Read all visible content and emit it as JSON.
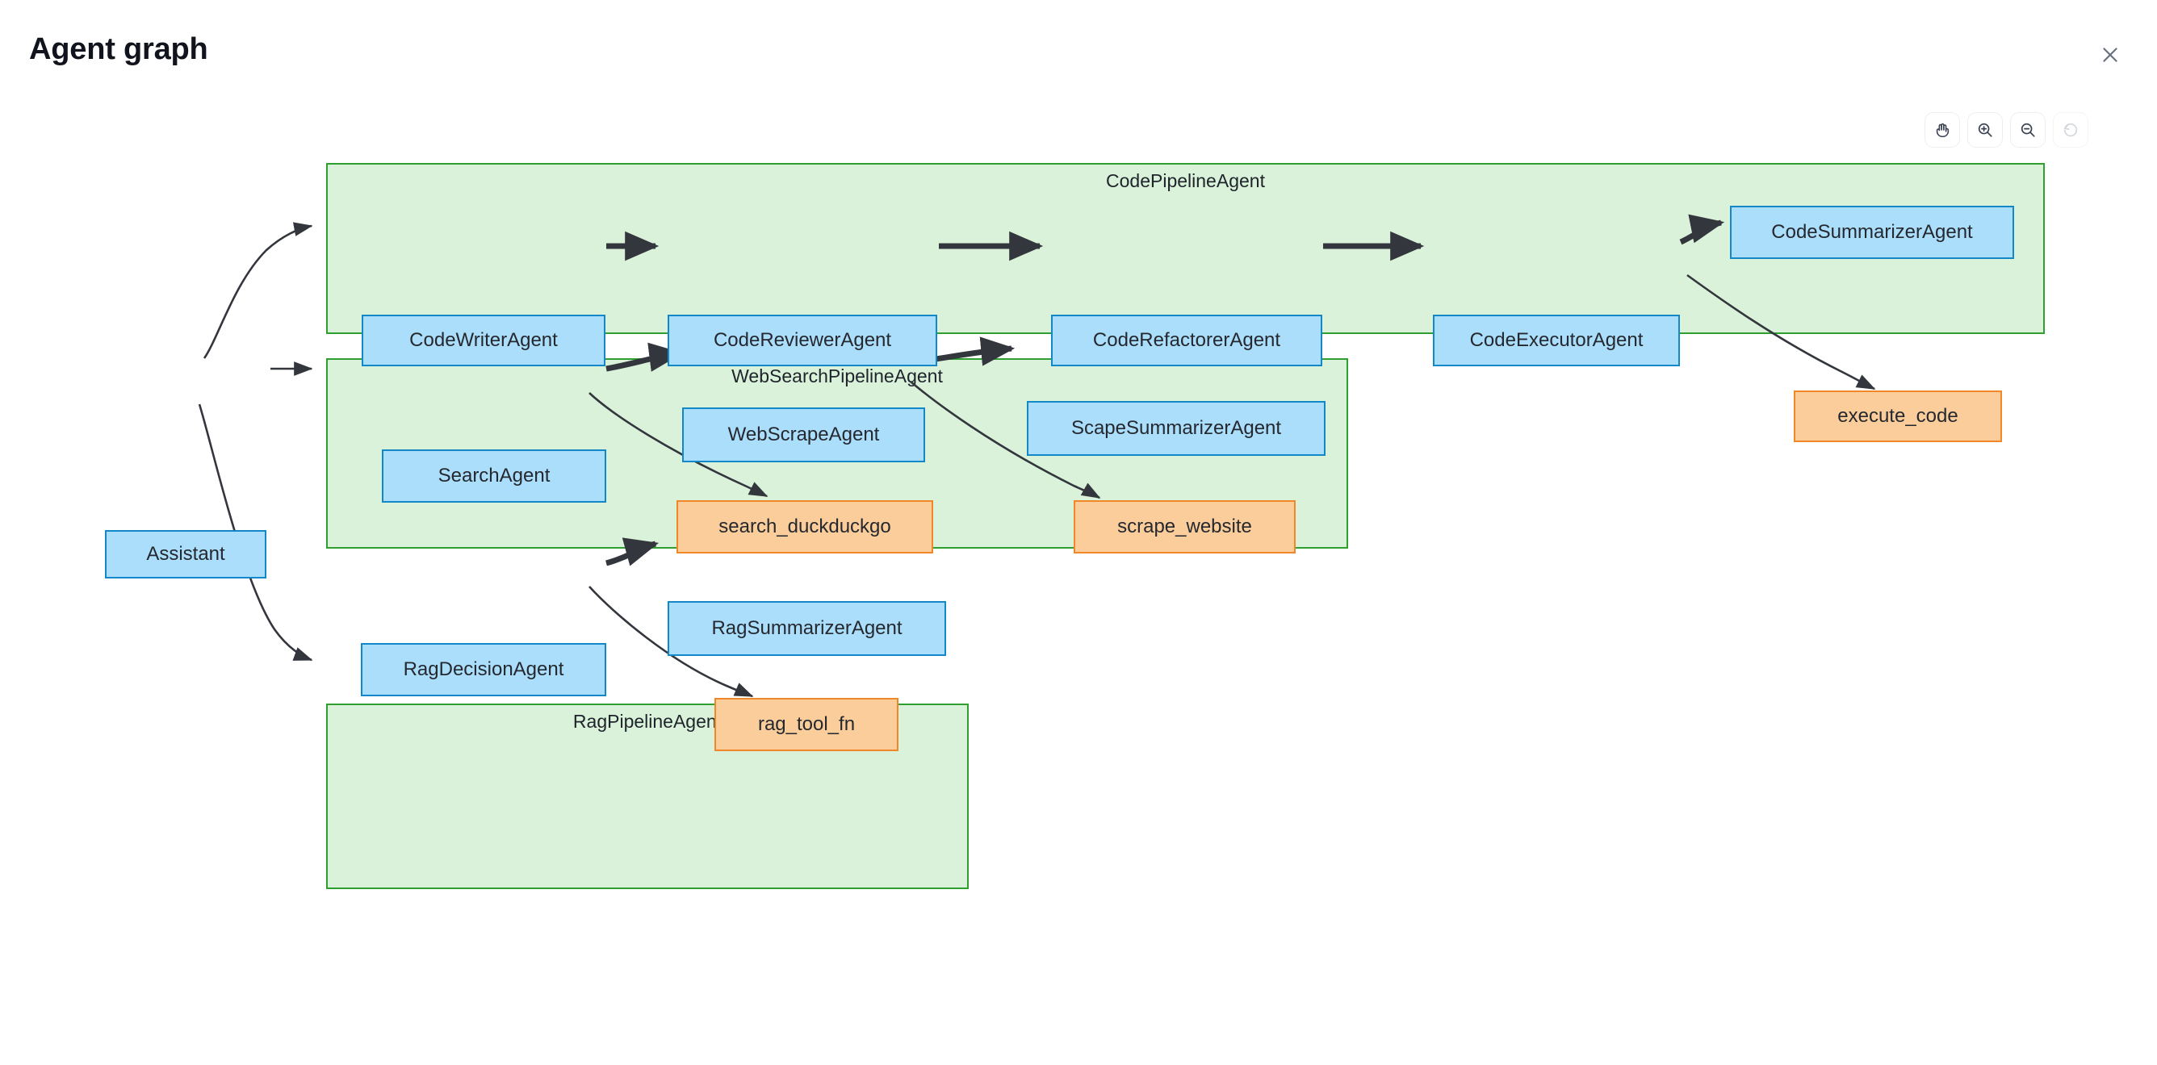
{
  "header": {
    "title": "Agent graph",
    "close_icon": "close-icon"
  },
  "toolbar": {
    "buttons": [
      {
        "name": "pan-tool",
        "icon": "hand-icon",
        "label": "Pan",
        "disabled": false
      },
      {
        "name": "zoom-in",
        "icon": "zoom-in-icon",
        "label": "Zoom in",
        "disabled": false
      },
      {
        "name": "zoom-out",
        "icon": "zoom-out-icon",
        "label": "Zoom out",
        "disabled": false
      },
      {
        "name": "reset-view",
        "icon": "reset-icon",
        "label": "Reset",
        "disabled": true
      }
    ]
  },
  "colors": {
    "agent_fill": "#abdefb",
    "agent_border": "#1288c8",
    "tool_fill": "#fbcd9a",
    "tool_border": "#f0882a",
    "group_fill": "#d9f2d9",
    "group_border": "#2fa02f",
    "edge": "#33363d",
    "background": "#ffffff"
  },
  "graph": {
    "root": {
      "label": "Assistant"
    },
    "groups": [
      {
        "label": "CodePipelineAgent",
        "nodes": [
          {
            "label": "CodeWriterAgent"
          },
          {
            "label": "CodeReviewerAgent"
          },
          {
            "label": "CodeRefactorerAgent"
          },
          {
            "label": "CodeExecutorAgent"
          },
          {
            "label": "CodeSummarizerAgent"
          }
        ]
      },
      {
        "label": "WebSearchPipelineAgent",
        "nodes": [
          {
            "label": "SearchAgent"
          },
          {
            "label": "WebScrapeAgent"
          },
          {
            "label": "ScapeSummarizerAgent"
          }
        ]
      },
      {
        "label": "RagPipelineAgent",
        "nodes": [
          {
            "label": "RagDecisionAgent"
          },
          {
            "label": "RagSummarizerAgent"
          }
        ]
      }
    ],
    "tools": [
      {
        "label": "execute_code"
      },
      {
        "label": "search_duckduckgo"
      },
      {
        "label": "scrape_website"
      },
      {
        "label": "rag_tool_fn"
      }
    ],
    "edges": [
      {
        "from": "Assistant",
        "to": "CodeWriterAgent"
      },
      {
        "from": "Assistant",
        "to": "SearchAgent"
      },
      {
        "from": "Assistant",
        "to": "RagDecisionAgent"
      },
      {
        "from": "CodeWriterAgent",
        "to": "CodeReviewerAgent"
      },
      {
        "from": "CodeReviewerAgent",
        "to": "CodeRefactorerAgent"
      },
      {
        "from": "CodeRefactorerAgent",
        "to": "CodeExecutorAgent"
      },
      {
        "from": "CodeExecutorAgent",
        "to": "CodeSummarizerAgent"
      },
      {
        "from": "CodeExecutorAgent",
        "to": "execute_code"
      },
      {
        "from": "SearchAgent",
        "to": "WebScrapeAgent"
      },
      {
        "from": "WebScrapeAgent",
        "to": "ScapeSummarizerAgent"
      },
      {
        "from": "SearchAgent",
        "to": "search_duckduckgo"
      },
      {
        "from": "WebScrapeAgent",
        "to": "scrape_website"
      },
      {
        "from": "RagDecisionAgent",
        "to": "RagSummarizerAgent"
      },
      {
        "from": "RagDecisionAgent",
        "to": "rag_tool_fn"
      }
    ]
  }
}
